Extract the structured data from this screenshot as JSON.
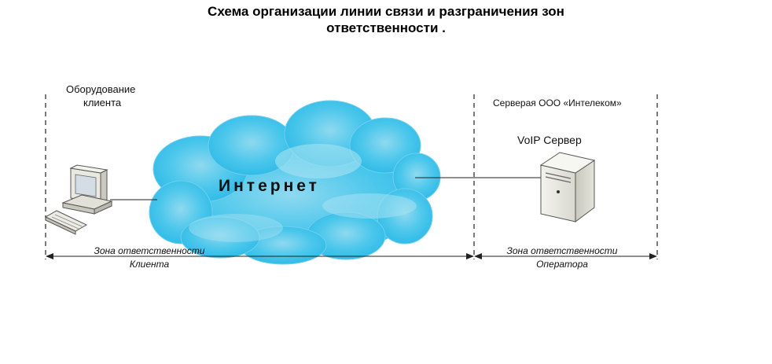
{
  "title": {
    "line1": "Схема организации линии связи и разграничения зон",
    "line2": "ответственности ."
  },
  "client": {
    "label_line1": "Оборудование",
    "label_line2": "клиента",
    "icon": "computer-icon"
  },
  "cloud": {
    "label": "Интернет",
    "color": "#37c3ea"
  },
  "server_room": {
    "label": "Серверая ООО  «Интелеком»",
    "server_label": "VoIP Сервер",
    "icon": "server-icon"
  },
  "zones": {
    "client_line1": "Зона ответственности",
    "client_line2": "Клиента",
    "operator_line1": "Зона ответственности",
    "operator_line2": "Оператора"
  }
}
